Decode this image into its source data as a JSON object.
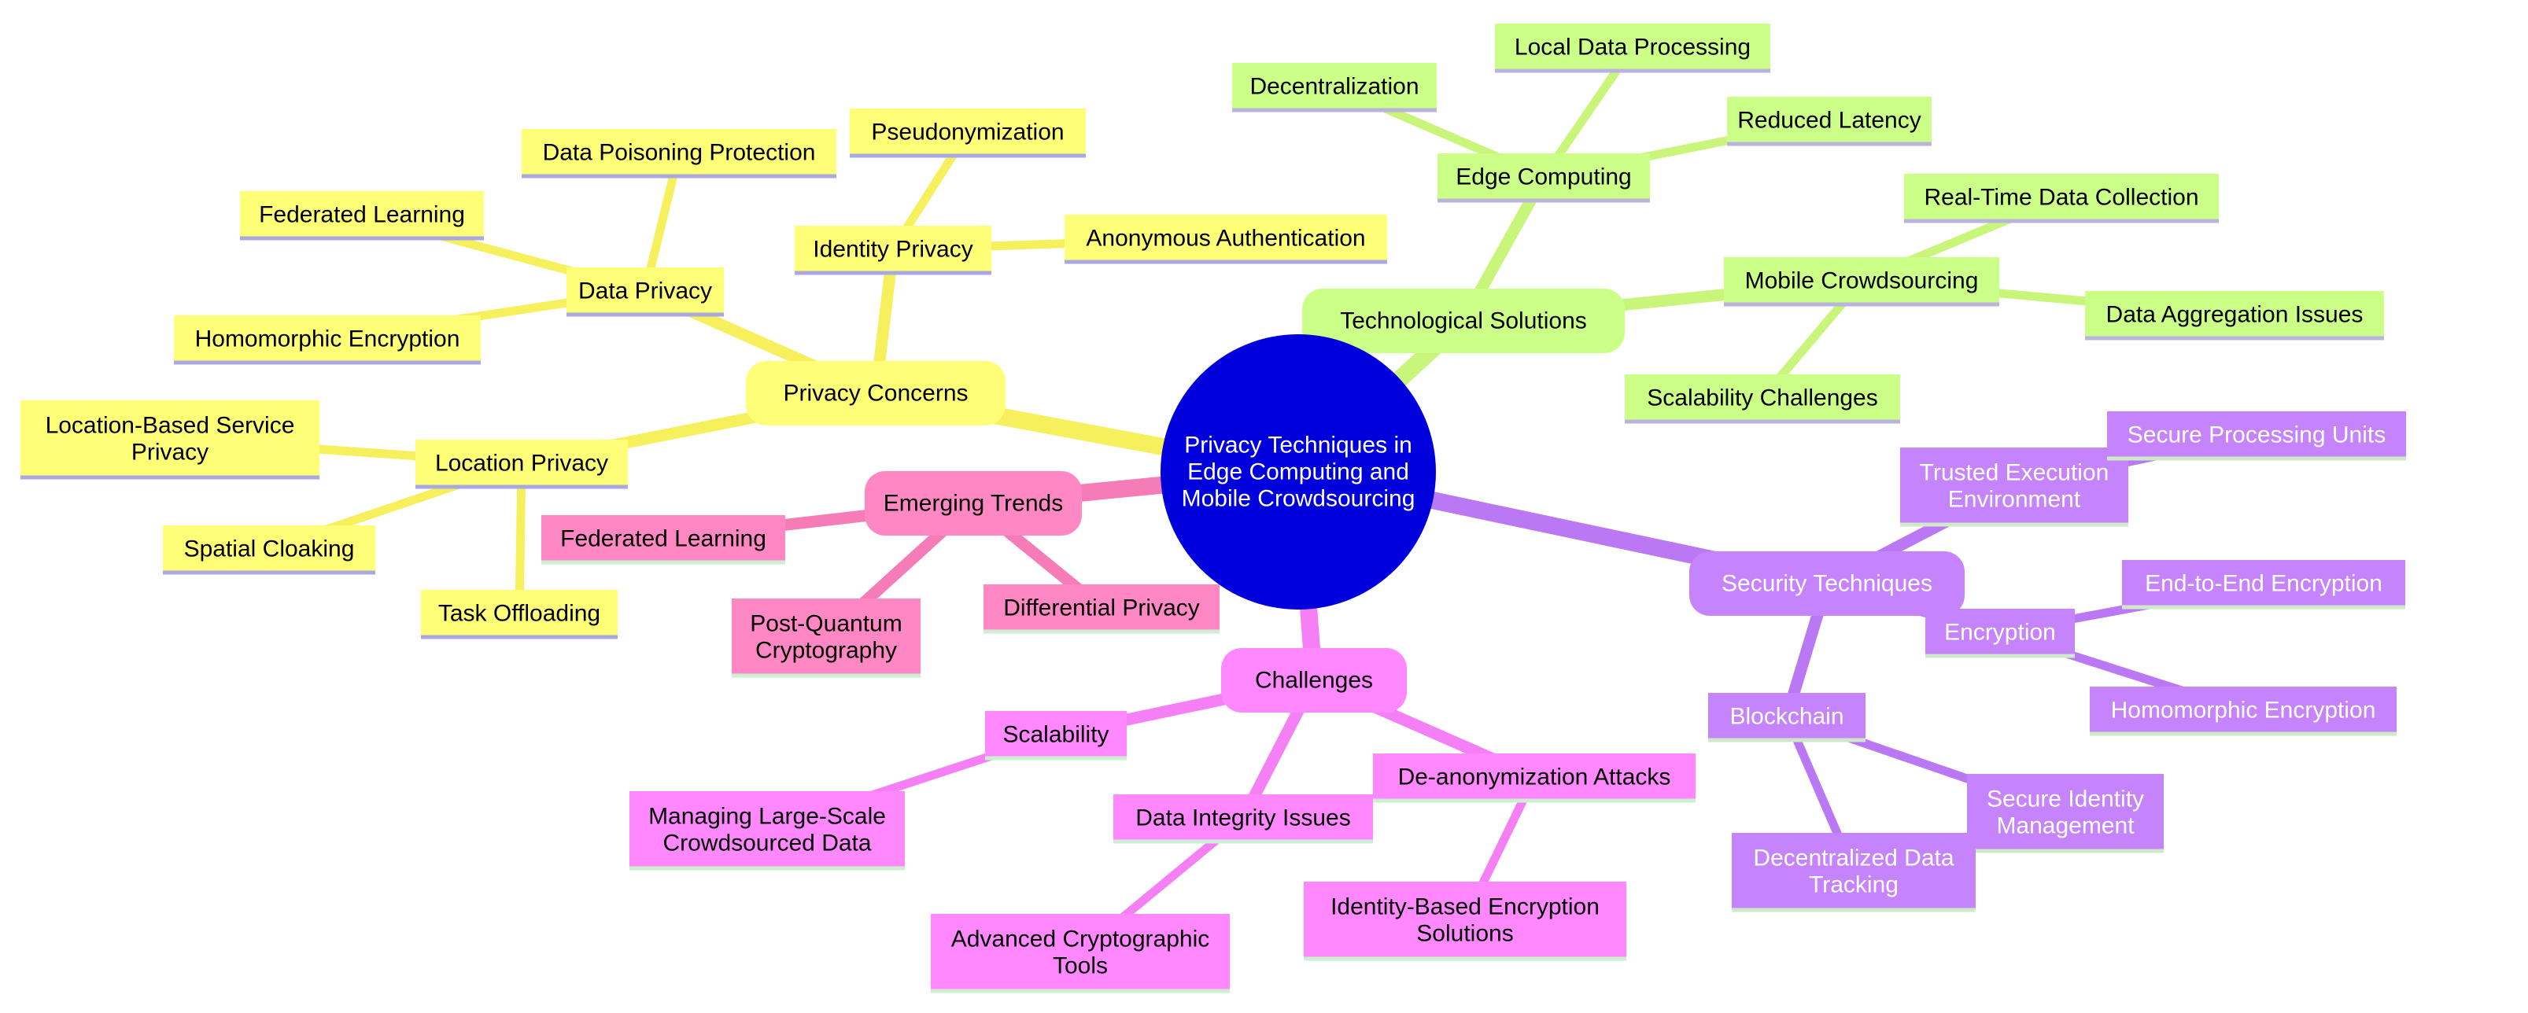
{
  "colors": {
    "root": "#0000dd",
    "privacy": "#ffff77",
    "privacy_edge": "#f5f05c",
    "privacy_underline": "#aaa8e0",
    "tech": "#ccff88",
    "tech_edge": "#c8f57a",
    "tech_underline": "#b9b3dd",
    "security": "#c584fb",
    "security_edge": "#bb78f4",
    "security_underline": "#cfe9c8",
    "challenges": "#ff88ff",
    "challenges_edge": "#f57ff5",
    "challenges_underline": "#cdeed0",
    "trends": "#ff88c4",
    "trends_edge": "#f57cb6",
    "trends_underline": "#cdeed0"
  },
  "root": {
    "label": [
      "Privacy Techniques in",
      "Edge Computing and",
      "Mobile Crowdsourcing"
    ]
  },
  "branches": [
    {
      "id": "privacy",
      "label": [
        "Privacy Concerns"
      ],
      "children": [
        {
          "id": "data-privacy",
          "label": [
            "Data Privacy"
          ],
          "children": [
            {
              "id": "data-poisoning",
              "label": [
                "Data Poisoning Protection"
              ]
            },
            {
              "id": "federated-learning-privacy",
              "label": [
                "Federated Learning"
              ]
            },
            {
              "id": "homomorphic-encryption-privacy",
              "label": [
                "Homomorphic Encryption"
              ]
            }
          ]
        },
        {
          "id": "identity-privacy",
          "label": [
            "Identity Privacy"
          ],
          "children": [
            {
              "id": "pseudonymization",
              "label": [
                "Pseudonymization"
              ]
            },
            {
              "id": "anonymous-authentication",
              "label": [
                "Anonymous Authentication"
              ]
            }
          ]
        },
        {
          "id": "location-privacy",
          "label": [
            "Location Privacy"
          ],
          "children": [
            {
              "id": "lbs-privacy",
              "label": [
                "Location-Based Service",
                "Privacy"
              ]
            },
            {
              "id": "spatial-cloaking",
              "label": [
                "Spatial Cloaking"
              ]
            },
            {
              "id": "task-offloading",
              "label": [
                "Task Offloading"
              ]
            }
          ]
        }
      ]
    },
    {
      "id": "tech",
      "label": [
        "Technological Solutions"
      ],
      "children": [
        {
          "id": "edge-computing",
          "label": [
            "Edge Computing"
          ],
          "children": [
            {
              "id": "decentralization",
              "label": [
                "Decentralization"
              ]
            },
            {
              "id": "local-data-processing",
              "label": [
                "Local Data Processing"
              ]
            },
            {
              "id": "reduced-latency",
              "label": [
                "Reduced Latency"
              ]
            }
          ]
        },
        {
          "id": "mobile-crowdsourcing",
          "label": [
            "Mobile Crowdsourcing"
          ],
          "children": [
            {
              "id": "real-time-data-collection",
              "label": [
                "Real-Time Data Collection"
              ]
            },
            {
              "id": "data-aggregation-issues",
              "label": [
                "Data Aggregation Issues"
              ]
            },
            {
              "id": "scalability-challenges",
              "label": [
                "Scalability Challenges"
              ]
            }
          ]
        }
      ]
    },
    {
      "id": "security",
      "label": [
        "Security Techniques"
      ],
      "children": [
        {
          "id": "tee",
          "label": [
            "Trusted Execution",
            "Environment"
          ],
          "children": [
            {
              "id": "secure-processing-units",
              "label": [
                "Secure Processing Units"
              ]
            }
          ]
        },
        {
          "id": "encryption",
          "label": [
            "Encryption"
          ],
          "children": [
            {
              "id": "end-to-end-encryption",
              "label": [
                "End-to-End Encryption"
              ]
            },
            {
              "id": "homomorphic-encryption-security",
              "label": [
                "Homomorphic Encryption"
              ]
            }
          ]
        },
        {
          "id": "blockchain",
          "label": [
            "Blockchain"
          ],
          "children": [
            {
              "id": "secure-identity-management",
              "label": [
                "Secure Identity",
                "Management"
              ]
            },
            {
              "id": "decentralized-data-tracking",
              "label": [
                "Decentralized Data",
                "Tracking"
              ]
            }
          ]
        }
      ]
    },
    {
      "id": "challenges",
      "label": [
        "Challenges"
      ],
      "children": [
        {
          "id": "scalability",
          "label": [
            "Scalability"
          ],
          "children": [
            {
              "id": "managing-large-scale",
              "label": [
                "Managing Large-Scale",
                "Crowdsourced Data"
              ]
            }
          ]
        },
        {
          "id": "data-integrity",
          "label": [
            "Data Integrity Issues"
          ],
          "children": [
            {
              "id": "advanced-crypto-tools",
              "label": [
                "Advanced Cryptographic",
                "Tools"
              ]
            }
          ]
        },
        {
          "id": "de-anonymization",
          "label": [
            "De-anonymization Attacks"
          ],
          "children": [
            {
              "id": "identity-based-encryption",
              "label": [
                "Identity-Based Encryption",
                "Solutions"
              ]
            }
          ]
        }
      ]
    },
    {
      "id": "trends",
      "label": [
        "Emerging Trends"
      ],
      "children": [
        {
          "id": "federated-learning-trend",
          "label": [
            "Federated Learning"
          ]
        },
        {
          "id": "post-quantum",
          "label": [
            "Post-Quantum",
            "Cryptography"
          ]
        },
        {
          "id": "differential-privacy",
          "label": [
            "Differential Privacy"
          ]
        }
      ]
    }
  ]
}
